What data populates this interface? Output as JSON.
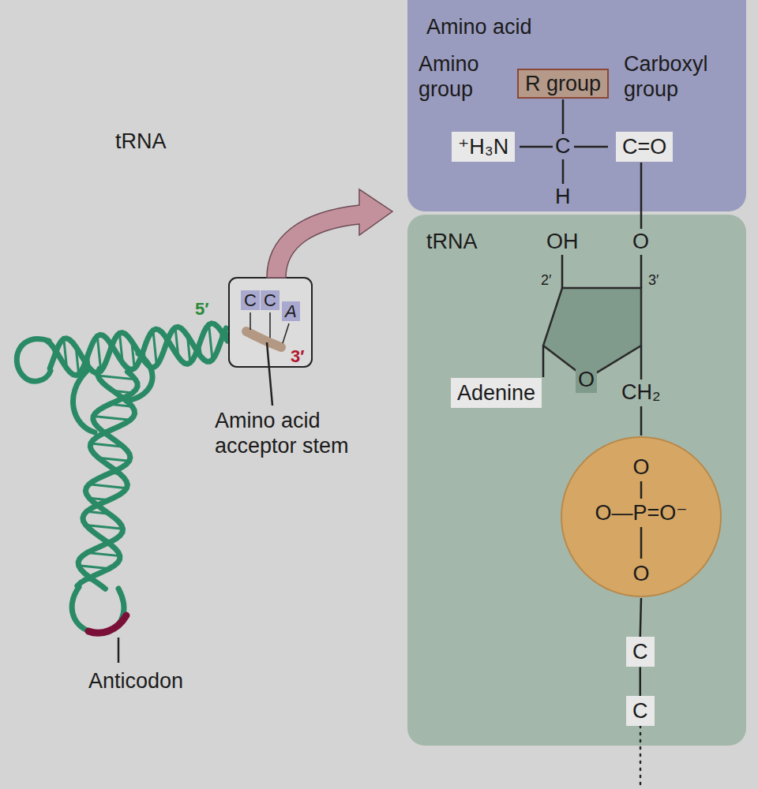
{
  "diagram": {
    "nodes": [
      {
        "text": [
          "Amino acid"
        ]
      },
      {
        "text": [
          "R group"
        ],
        "in": 0
      },
      {
        "text": [
          "⁺H₃N"
        ],
        "in": 0
      },
      {
        "text": [
          "C=O"
        ],
        "in": 0
      },
      {
        "text": [
          "tRNA"
        ]
      },
      {
        "text": [
          "Adenine"
        ],
        "in": 4
      },
      {
        "text": [
          "O",
          "O—P=O⁻",
          "O"
        ],
        "in": 4
      },
      {
        "text": [
          "C"
        ],
        "in": 4
      },
      {
        "text": [
          "C"
        ],
        "in": 4
      },
      {
        "text": [
          "C"
        ]
      },
      {
        "text": [
          "C"
        ]
      },
      {
        "text": [
          "A"
        ]
      }
    ],
    "edges": [
      {
        "from": 6,
        "to": 7,
        "arrow": "none"
      },
      {
        "from": 7,
        "to": 8,
        "arrow": "none"
      }
    ],
    "labels": [
      "Amino group",
      "Carboxyl group",
      "C",
      "H",
      "OH",
      "O",
      "2′",
      "3′",
      "O",
      "CH₂",
      "tRNA",
      "5′",
      "3′",
      "Amino acid acceptor stem",
      "Anticodon"
    ]
  }
}
